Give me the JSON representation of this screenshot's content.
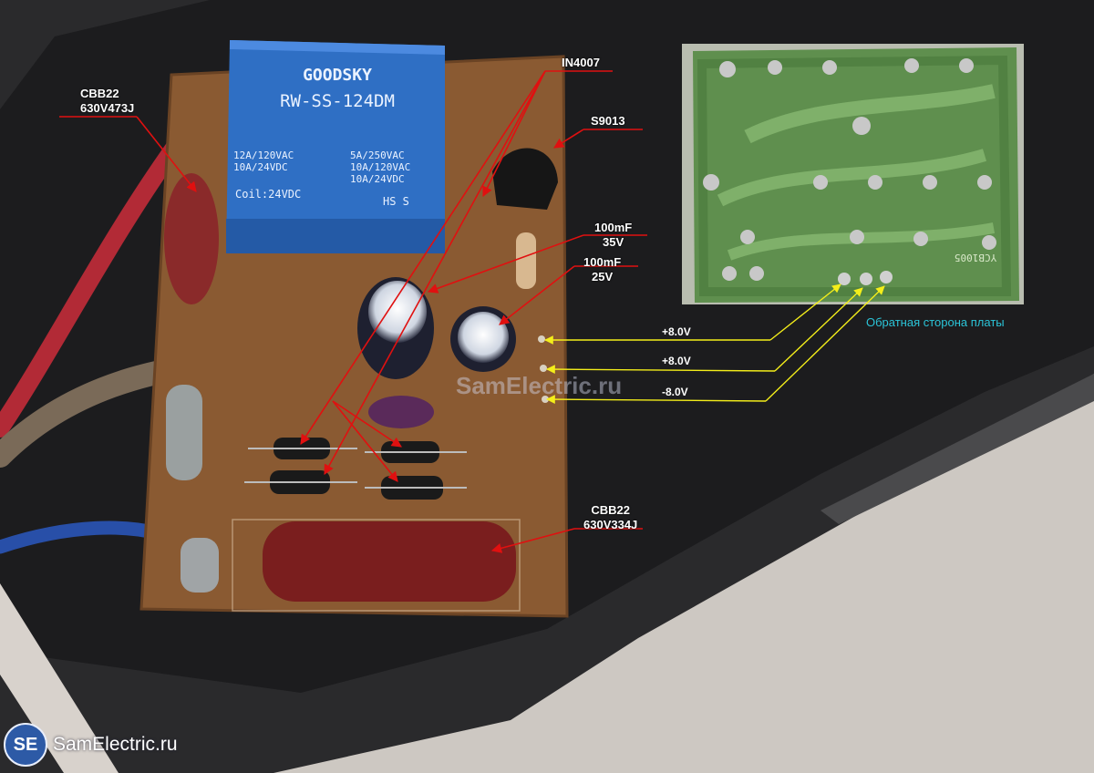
{
  "labels": {
    "cbb22_top": "CBB22",
    "cbb22_top_value": "630V473J",
    "diode": "IN4007",
    "transistor": "S9013",
    "cap_35v_value": "100mF",
    "cap_35v_voltage": "35V",
    "cap_25v_value": "100mF",
    "cap_25v_voltage": "25V",
    "cbb22_bottom": "CBB22",
    "cbb22_bottom_value": "630V334J"
  },
  "voltages": [
    "+8.0V",
    "+8.0V",
    "-8.0V"
  ],
  "back_side_caption": "Обратная сторона платы",
  "relay": {
    "brand": "GOODSKY",
    "model": "RW-SS-124DM",
    "rating_left": "12A/120VAC\n10A/24VDC",
    "rating_right": "5A/250VAC\n10A/120VAC\n10A/24VDC",
    "coil": "Coil:24VDC",
    "suffix": "HS S"
  },
  "pcb_marking": "YCB1005",
  "watermark": "SamElectric.ru",
  "brand": {
    "logo": "SE",
    "name": "SamElectric.ru"
  },
  "colors": {
    "arrow_red": "#e01010",
    "arrow_yellow": "#f4ee1a",
    "caption_cyan": "#2bc4d8",
    "pcb_brown": "#8a5a32",
    "relay_blue": "#2f6fc4",
    "back_pcb_green": "#5f8f4e"
  }
}
